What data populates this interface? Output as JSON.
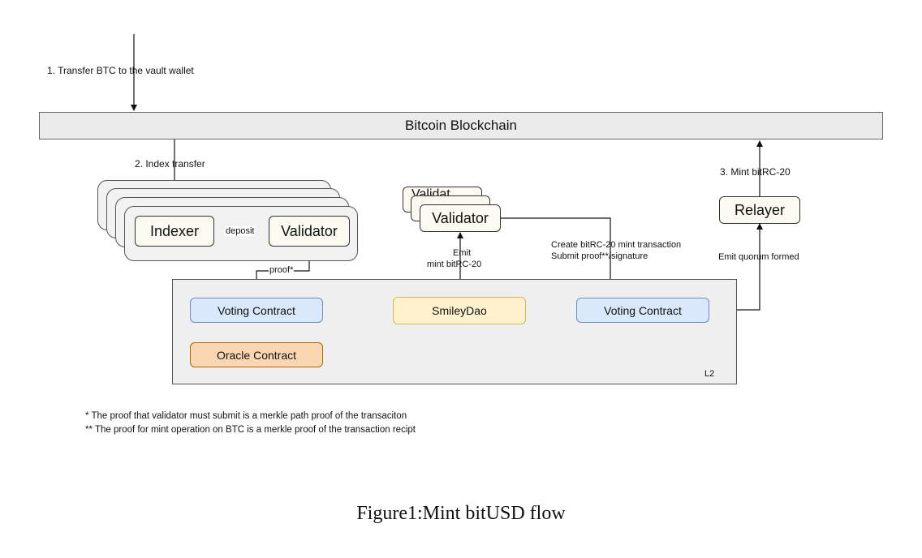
{
  "labels": {
    "transfer": "1. Transfer  BTC to the vault wallet",
    "index_transfer": "2. Index transfer",
    "mint": "3. Mint bitRC-20",
    "deposit": "deposit",
    "proof": "proof*",
    "emit_mint_line1": "Emit",
    "emit_mint_line2": "mint bitRC-20",
    "create_tx_line1": "Create bitRC-20 mint transaction",
    "create_tx_line2": "Submit proof**/signature",
    "emit_quorum": "Emit quorum formed",
    "l2": "L2"
  },
  "nodes": {
    "blockchain": "Bitcoin Blockchain",
    "indexer": "Indexer",
    "validator_left": "Validator",
    "validator_mid": "Validator",
    "validator_hidden": "Validat",
    "relayer": "Relayer",
    "voting_contract_left": "Voting Contract",
    "oracle_contract": "Oracle Contract",
    "smileydao": "SmileyDao",
    "voting_contract_right": "Voting Contract"
  },
  "notes": {
    "note1": "*  The proof that validator must submit is a merkle path proof of the transaciton",
    "note2": "** The proof for mint operation on BTC is a merkle proof of the transaction recipt"
  },
  "caption": "Figure1:Mint bitUSD flow"
}
